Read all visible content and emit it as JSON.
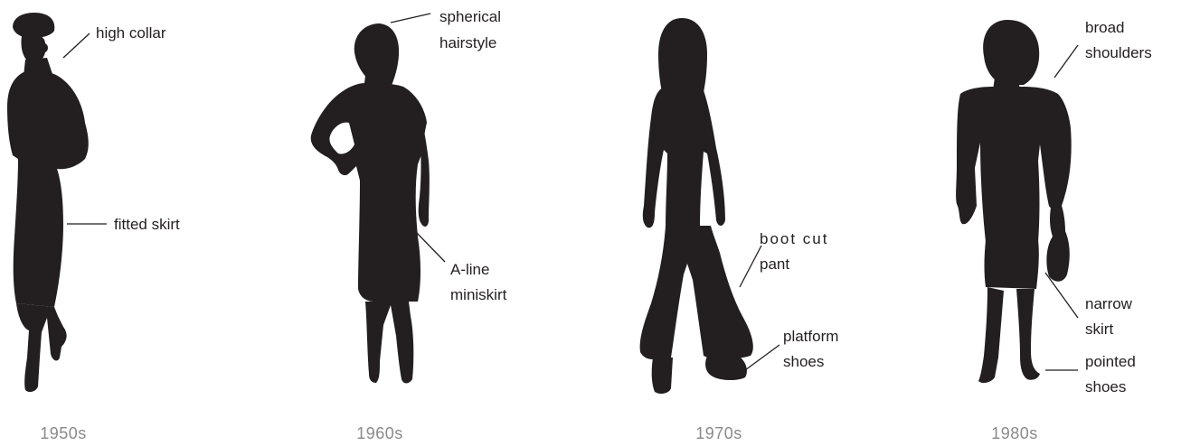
{
  "eras": [
    {
      "decade": "1950s",
      "annotations": [
        {
          "lines": [
            "high collar"
          ]
        },
        {
          "lines": [
            "fitted skirt"
          ]
        }
      ]
    },
    {
      "decade": "1960s",
      "annotations": [
        {
          "lines": [
            "spherical",
            "hairstyle"
          ]
        },
        {
          "lines": [
            "A-line",
            "miniskirt"
          ]
        }
      ]
    },
    {
      "decade": "1970s",
      "annotations": [
        {
          "lines": [
            "boot cut",
            "pant"
          ]
        },
        {
          "lines": [
            "platform",
            "shoes"
          ]
        }
      ]
    },
    {
      "decade": "1980s",
      "annotations": [
        {
          "lines": [
            "broad",
            "shoulders"
          ]
        },
        {
          "lines": [
            "narrow",
            "skirt"
          ]
        },
        {
          "lines": [
            "pointed",
            "shoes"
          ]
        }
      ]
    }
  ],
  "colors": {
    "silhouette": "#231f20",
    "decade_label": "#8a8a8a",
    "background": "#ffffff"
  }
}
